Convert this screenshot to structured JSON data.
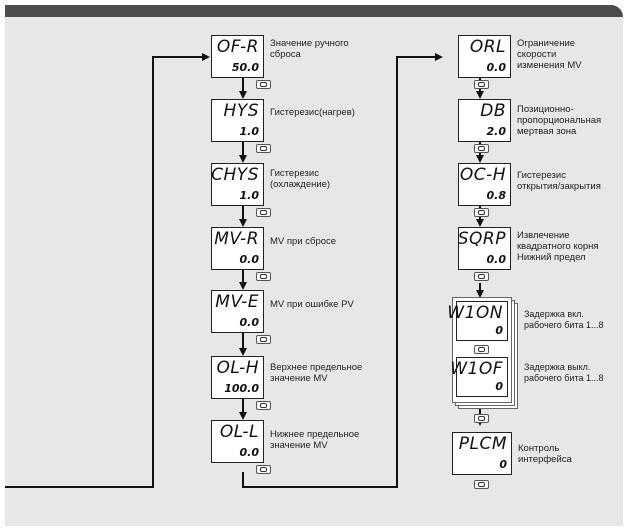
{
  "left_column": [
    {
      "code": "OF-R",
      "value": "50.0",
      "label": "Значение ручного\nсброса"
    },
    {
      "code": "HYS",
      "value": "1.0",
      "label": "Гистерезис(нагрев)"
    },
    {
      "code": "CHYS",
      "value": "1.0",
      "label": "Гистерезис\n(охлаждение)"
    },
    {
      "code": "MV-R",
      "value": "0.0",
      "label": "MV при сбросе"
    },
    {
      "code": "MV-E",
      "value": "0.0",
      "label": "MV при ошибке PV"
    },
    {
      "code": "OL-H",
      "value": "100.0",
      "label": "Верхнее предельное\nзначение MV"
    },
    {
      "code": "OL-L",
      "value": "0.0",
      "label": "Нижнее предельное\nзначение MV"
    }
  ],
  "right_column": [
    {
      "code": "ORL",
      "value": "0.0",
      "label": "Ограничение\nскорости\nизменения MV"
    },
    {
      "code": "DB",
      "value": "2.0",
      "label": "Позиционно-\nпропорциональная\nмертвая зона"
    },
    {
      "code": "OC-H",
      "value": "0.8",
      "label": "Гистерезис\nоткрытия/закрытия"
    },
    {
      "code": "SQRP",
      "value": "0.0",
      "label": "Извлечение\nквадратного корня\nНижний предел"
    }
  ],
  "group": [
    {
      "code": "W1ON",
      "value": "0",
      "label": "Задержка вкл.\nрабочего бита 1...8"
    },
    {
      "code": "W1OF",
      "value": "0",
      "label": "Задержка выкл.\nрабочего бита 1...8"
    }
  ],
  "final": {
    "code": "PLCM",
    "value": "0",
    "label": "Контроль\nинтерфейса"
  }
}
